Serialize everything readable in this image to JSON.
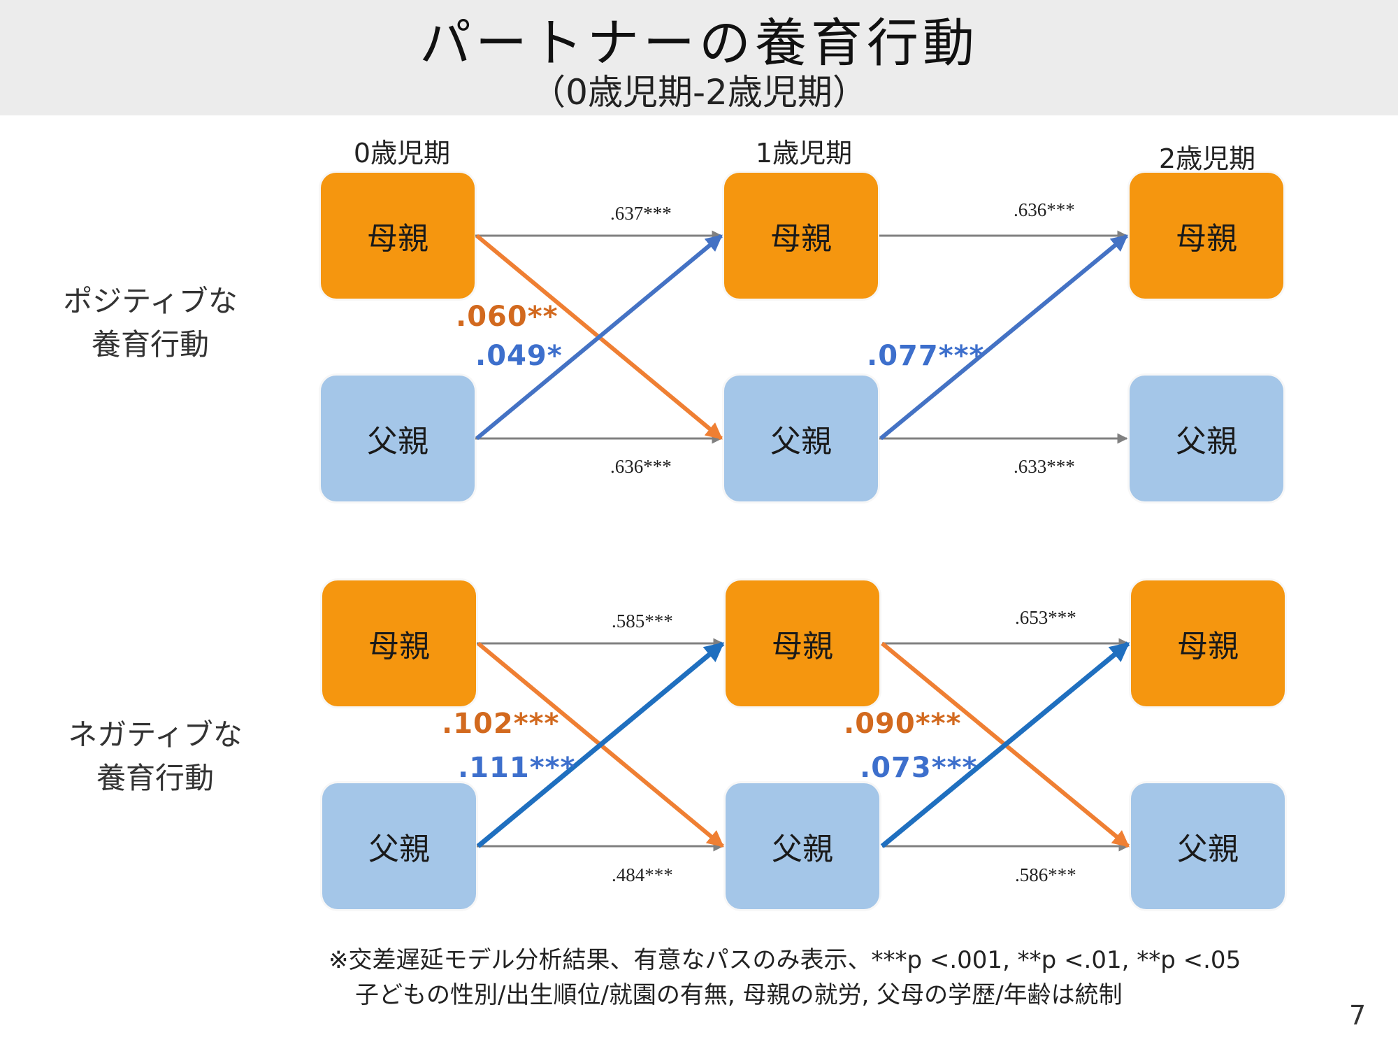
{
  "header": {
    "title": "パートナーの養育行動",
    "subtitle": "（0歳児期-2歳児期）"
  },
  "columns": [
    "0歳児期",
    "1歳児期",
    "2歳児期"
  ],
  "node_labels": {
    "mother": "母親",
    "father": "父親"
  },
  "colors": {
    "mother_box": "#f5960f",
    "father_box": "#a4c6e8",
    "mother_path": "#ef7f33",
    "father_path_positive": "#4472c4",
    "father_path_negative": "#1f6fbf",
    "stability_path": "#808080",
    "header_bg": "#ececec"
  },
  "panels": [
    {
      "label_lines": [
        "ポジティブな",
        "養育行動"
      ],
      "stability": {
        "mother_0_1": ".637***",
        "mother_1_2": ".636***",
        "father_0_1": ".636***",
        "father_1_2": ".633***"
      },
      "cross": {
        "mother0_to_father1": ".060**",
        "father0_to_mother1": ".049*",
        "father1_to_mother2": ".077***"
      }
    },
    {
      "label_lines": [
        "ネガティブな",
        "養育行動"
      ],
      "stability": {
        "mother_0_1": ".585***",
        "mother_1_2": ".653***",
        "father_0_1": ".484***",
        "father_1_2": ".586***"
      },
      "cross": {
        "mother0_to_father1": ".102***",
        "father0_to_mother1": ".111***",
        "mother1_to_father2": ".090***",
        "father1_to_mother2": ".073***"
      }
    }
  ],
  "footnote": {
    "line1": "※交差遅延モデル分析結果、有意なパスのみ表示、***p <.001, **p <.01, **p <.05",
    "line2": "子どもの性別/出生順位/就園の有無, 母親の就労, 父母の学歴/年齢は統制"
  },
  "page_number": "7"
}
